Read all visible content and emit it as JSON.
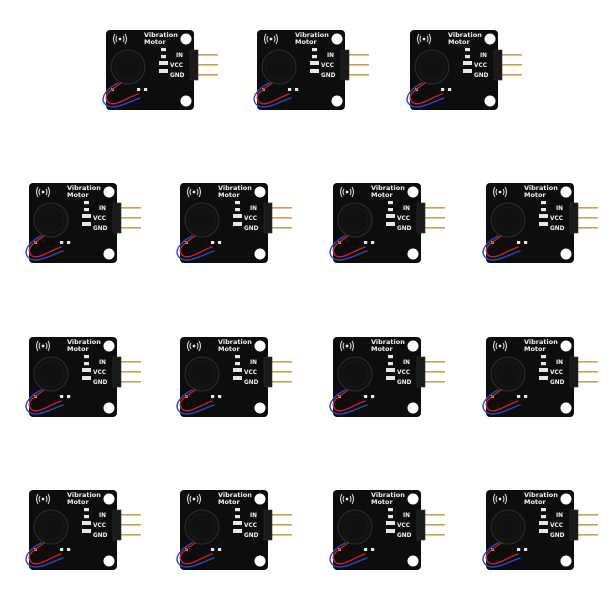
{
  "image": {
    "subject": "vibration-motor-module",
    "module_count": 15,
    "rows": [
      3,
      4,
      4,
      4
    ],
    "background": "#ffffff"
  },
  "module": {
    "title_line1": "Vibration",
    "title_line2": "Motor",
    "pins": [
      "IN",
      "VCC",
      "GND"
    ],
    "board_color": "#0d0d0d",
    "motor_color": "#111111",
    "header_color": "#1a1a1a",
    "pin_color": "#c9a24a",
    "wire_colors": [
      "#d21f1f",
      "#1f4fd2"
    ],
    "icon": "vibration-waves-icon"
  }
}
